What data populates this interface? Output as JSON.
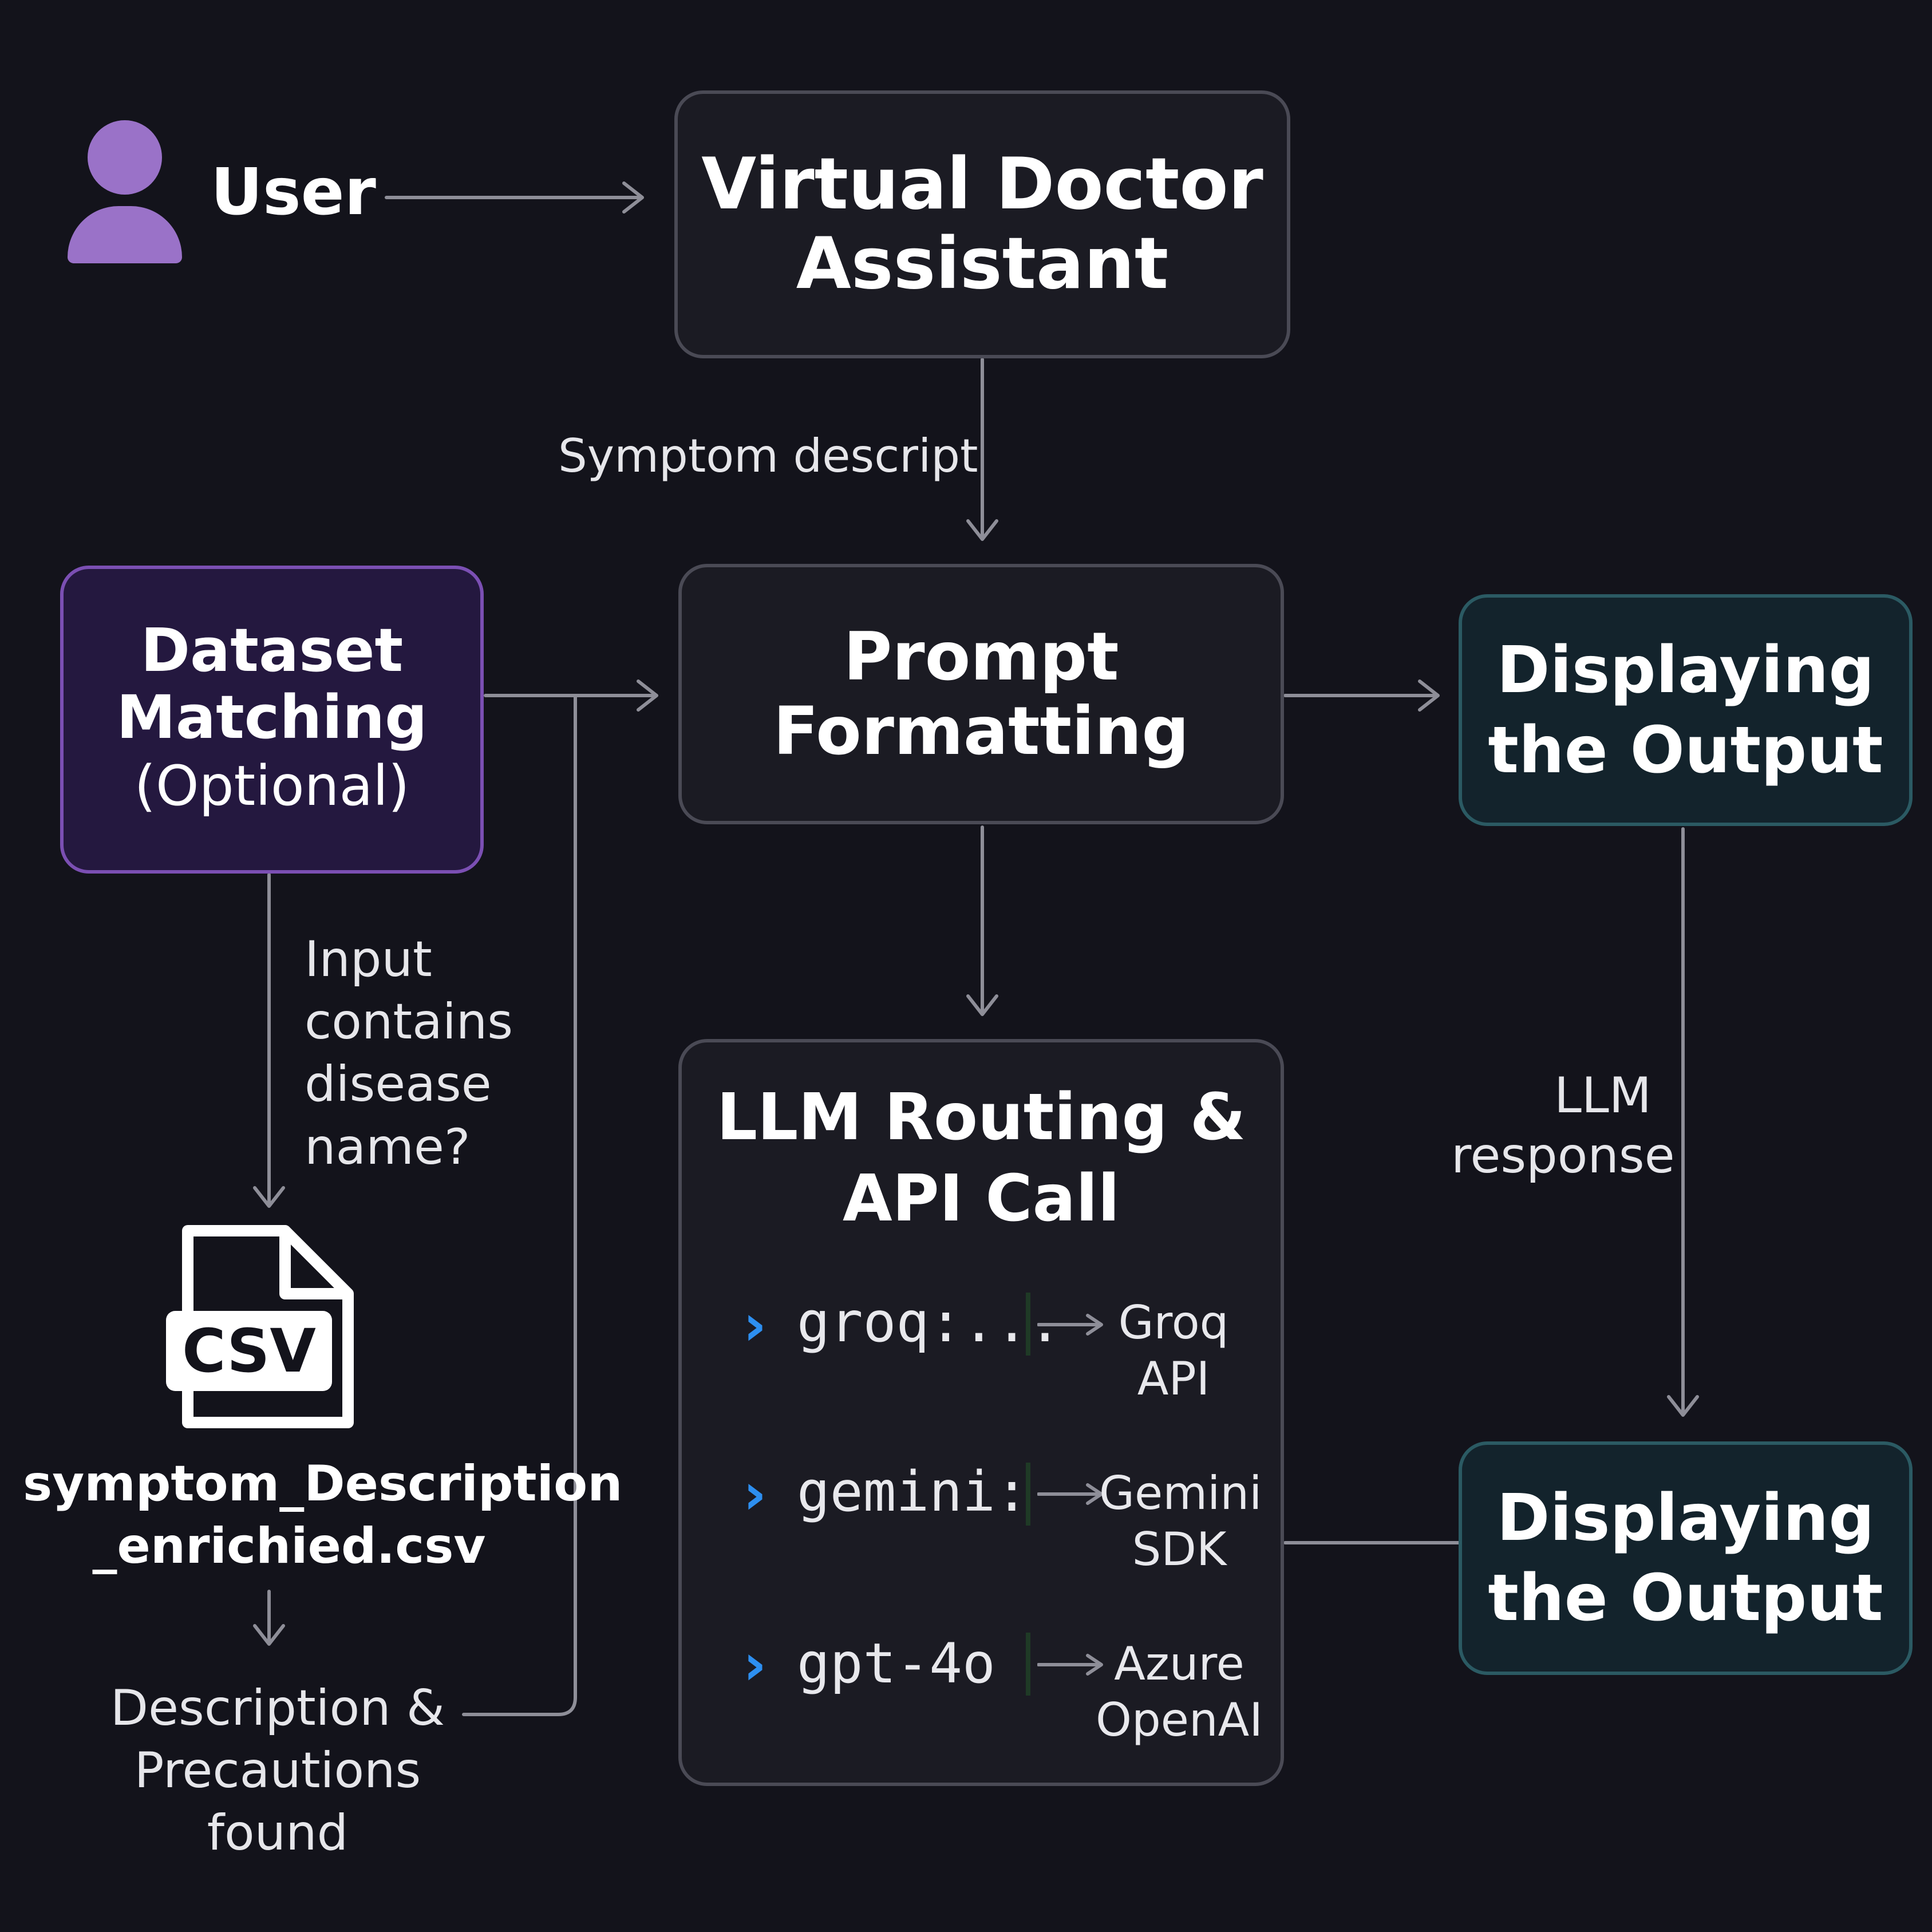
{
  "user": {
    "label": "User",
    "icon": "user-icon"
  },
  "vda": {
    "line1": "Virtual Doctor",
    "line2": "Assistant"
  },
  "edge_symptom": "Symptom descript",
  "dataset": {
    "line1": "Dataset",
    "line2": "Matching",
    "line3": "(Optional)"
  },
  "prompt": {
    "line1": "Prompt",
    "line2": "Formatting"
  },
  "display_top": {
    "line1": "Displaying",
    "line2": "the Output"
  },
  "display_bottom": {
    "line1": "Displaying",
    "line2": "the Output"
  },
  "edge_input": {
    "l1": "Input",
    "l2": "contains",
    "l3": "disease",
    "l4": "name?"
  },
  "csv": {
    "badge": "CSV",
    "name1": "symptom_Description",
    "name2": "_enrichied.csv",
    "icon": "csv-file-icon"
  },
  "found": {
    "l1": "Description &",
    "l2": "Precautions",
    "l3": "found"
  },
  "llm": {
    "line1": "LLM Routing &",
    "line2": "API Call",
    "routes": [
      {
        "model": "groq:...",
        "target1": "Groq",
        "target2": "API"
      },
      {
        "model": "gemini:",
        "target1": "Gemini",
        "target2": "SDK"
      },
      {
        "model": "gpt-4o",
        "target1": "Azure",
        "target2": "OpenAI"
      }
    ]
  },
  "edge_llm_response": {
    "l1": "LLM",
    "l2": "response"
  },
  "colors": {
    "background": "#13131b",
    "purple": "#9a72c8",
    "teal": "#2b5a63",
    "chevron": "#2d8ff0",
    "arrow": "#8e8e98"
  }
}
